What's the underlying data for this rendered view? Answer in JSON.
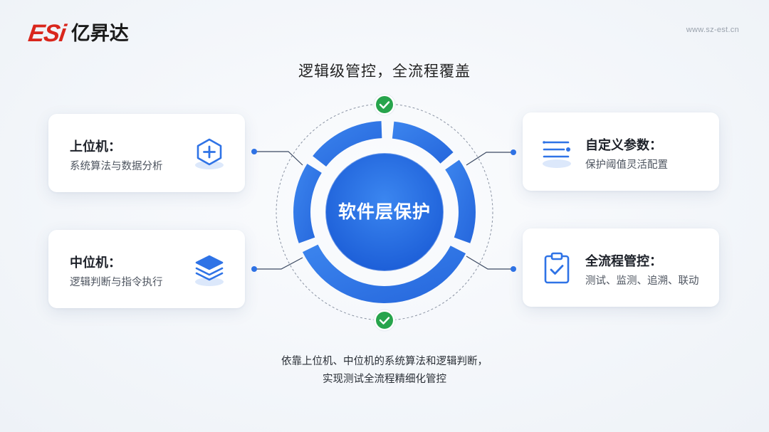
{
  "brand": {
    "logo_mark": "ESi",
    "name": "亿昇达",
    "url": "www.sz-est.cn"
  },
  "headline": "逻辑级管控，全流程覆盖",
  "center": {
    "label": "软件层保护"
  },
  "cards": [
    {
      "title": "上位机：",
      "desc": "系统算法与数据分析",
      "icon": "shield-plus-icon"
    },
    {
      "title": "中位机：",
      "desc": "逻辑判断与指令执行",
      "icon": "layers-icon"
    },
    {
      "title": "自定义参数：",
      "desc": "保护阈值灵活配置",
      "icon": "list-settings-icon"
    },
    {
      "title": "全流程管控：",
      "desc": "测试、监测、追溯、联动",
      "icon": "clipboard-check-icon"
    }
  ],
  "caption": {
    "line1": "依靠上位机、中位机的系统算法和逻辑判断，",
    "line2": "实现测试全流程精细化管控"
  },
  "colors": {
    "accent": "#2f73e6",
    "accent_dark": "#1f5fd6",
    "check": "#27a44c",
    "logo_red": "#d9261c"
  }
}
